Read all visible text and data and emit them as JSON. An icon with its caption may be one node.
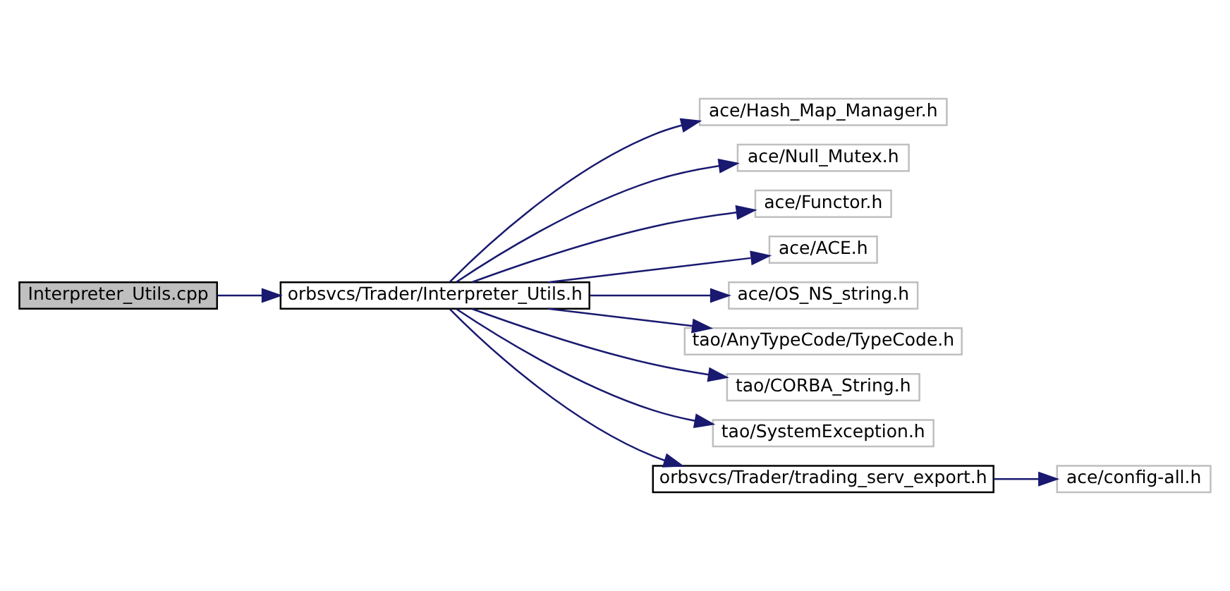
{
  "diagram": {
    "nodes": [
      {
        "text": [
          "Interpreter_Utils.cpp"
        ]
      },
      {
        "text": [
          "orbsvcs/Trader/Interpreter_Utils.h"
        ]
      },
      {
        "text": [
          "ace/Hash_Map_Manager.h"
        ]
      },
      {
        "text": [
          "ace/Null_Mutex.h"
        ]
      },
      {
        "text": [
          "ace/Functor.h"
        ]
      },
      {
        "text": [
          "ace/ACE.h"
        ]
      },
      {
        "text": [
          "ace/OS_NS_string.h"
        ]
      },
      {
        "text": [
          "tao/AnyTypeCode/TypeCode.h"
        ]
      },
      {
        "text": [
          "tao/CORBA_String.h"
        ]
      },
      {
        "text": [
          "tao/SystemException.h"
        ]
      },
      {
        "text": [
          "orbsvcs/Trader/trading_serv_export.h"
        ]
      },
      {
        "text": [
          "ace/config-all.h"
        ]
      }
    ],
    "edges": [
      {
        "from": 0,
        "to": 1,
        "arrow": "to"
      },
      {
        "from": 1,
        "to": 2,
        "arrow": "to"
      },
      {
        "from": 1,
        "to": 3,
        "arrow": "to"
      },
      {
        "from": 1,
        "to": 4,
        "arrow": "to"
      },
      {
        "from": 1,
        "to": 5,
        "arrow": "to"
      },
      {
        "from": 1,
        "to": 6,
        "arrow": "to"
      },
      {
        "from": 1,
        "to": 7,
        "arrow": "to"
      },
      {
        "from": 1,
        "to": 8,
        "arrow": "to"
      },
      {
        "from": 1,
        "to": 9,
        "arrow": "to"
      },
      {
        "from": 1,
        "to": 10,
        "arrow": "to"
      },
      {
        "from": 10,
        "to": 11,
        "arrow": "to"
      }
    ]
  }
}
